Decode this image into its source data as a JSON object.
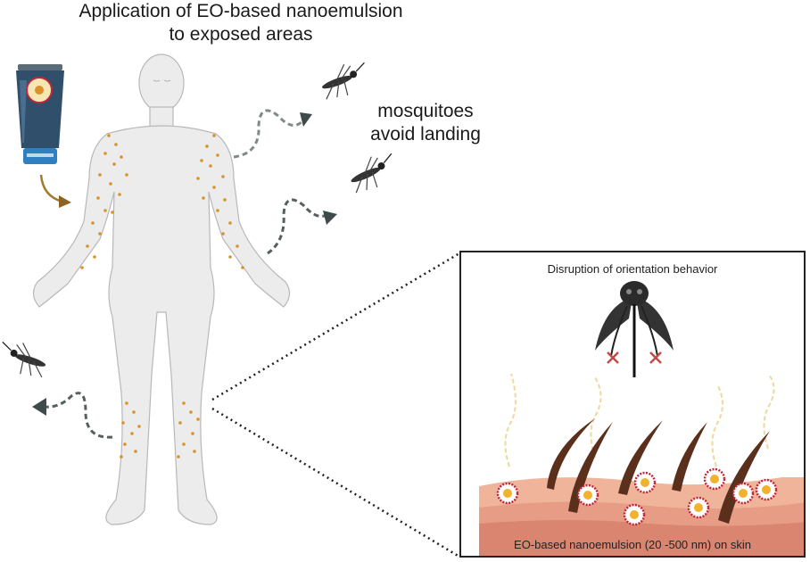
{
  "title": {
    "line1": "Application of EO-based nanoemulsion",
    "line2": "to exposed areas"
  },
  "note": {
    "line1": "mosquitoes",
    "line2": "avoid landing"
  },
  "inset": {
    "title": "Disruption of orientation behavior",
    "caption": "EO-based nanoemulsion (20 -500 nm) on skin"
  },
  "colors": {
    "droplet": "#d9922a",
    "arrow": "#3f4a4a",
    "tube": "#2f4f6b",
    "nanoparticle": "#c0263a",
    "hair": "#5a2f1c",
    "skin": "#efb49a"
  }
}
